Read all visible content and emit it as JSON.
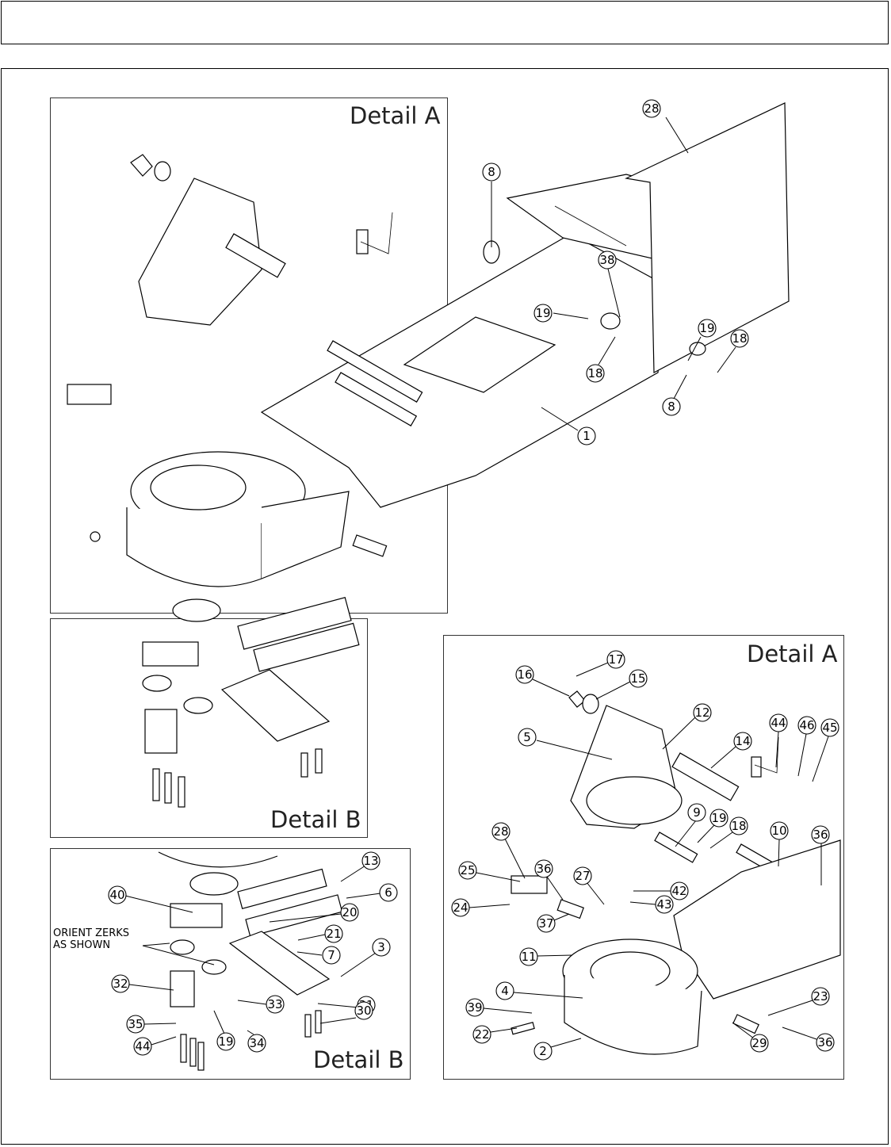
{
  "header": {
    "title": ""
  },
  "diagram": {
    "type": "exploded-parts-view",
    "panels": [
      {
        "id": "detail-a-main",
        "label": "Detail A"
      },
      {
        "id": "detail-b-main",
        "label": "Detail B"
      },
      {
        "id": "detail-a-callouts",
        "label": "Detail A"
      },
      {
        "id": "detail-b-callouts",
        "label": "Detail B"
      }
    ],
    "main_view_callouts": [
      "28",
      "8",
      "38",
      "19",
      "19",
      "18",
      "18",
      "8",
      "1"
    ],
    "detail_a_callouts": [
      "17",
      "16",
      "15",
      "12",
      "14",
      "44",
      "46",
      "45",
      "5",
      "9",
      "19",
      "18",
      "10",
      "36",
      "28",
      "25",
      "36",
      "27",
      "42",
      "43",
      "24",
      "37",
      "11",
      "4",
      "39",
      "22",
      "2",
      "23",
      "29",
      "36"
    ],
    "detail_b_callouts": [
      "13",
      "6",
      "40",
      "20",
      "21",
      "7",
      "3",
      "32",
      "33",
      "31",
      "30",
      "35",
      "44",
      "19",
      "34"
    ],
    "notes": {
      "orient_zerks": "ORIENT ZERKS\nAS SHOWN"
    }
  }
}
